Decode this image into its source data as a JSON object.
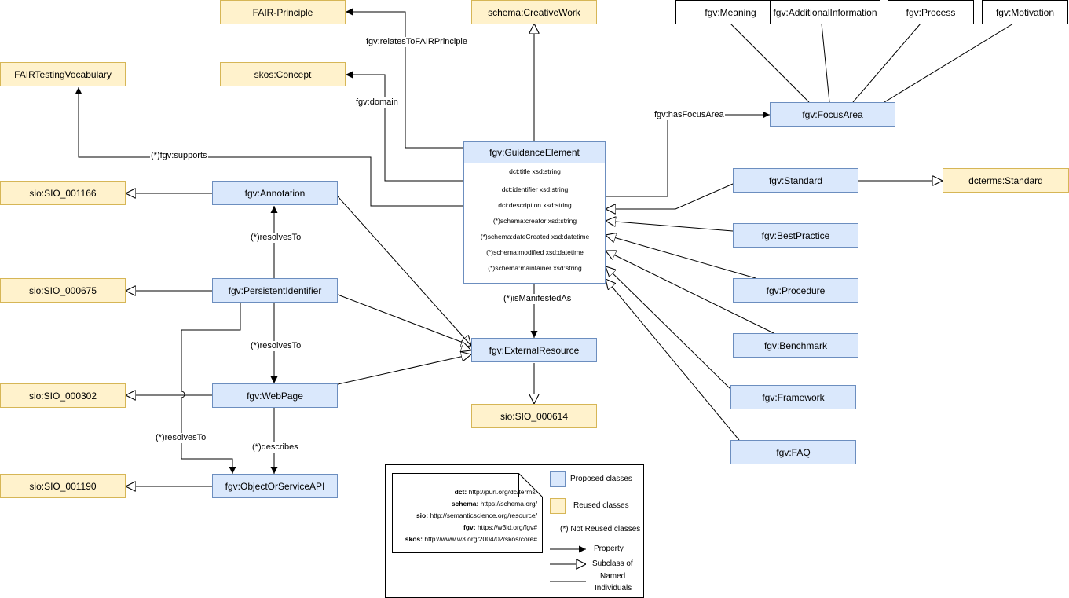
{
  "nodes": {
    "fair_principle": "FAIR-Principle",
    "creative_work": "schema:CreativeWork",
    "fair_testing_vocabulary": "FAIRTestingVocabulary",
    "skos_concept": "skos:Concept",
    "meaning": "fgv:Meaning",
    "additional_information": "fgv:AdditionalInformation",
    "process": "fgv:Process",
    "motivation": "fgv:Motivation",
    "focus_area": "fgv:FocusArea",
    "guidance_element": "fgv:GuidanceElement",
    "standard": "fgv:Standard",
    "dcterms_standard": "dcterms:Standard",
    "best_practice": "fgv:BestPractice",
    "procedure": "fgv:Procedure",
    "benchmark": "fgv:Benchmark",
    "framework": "fgv:Framework",
    "faq": "fgv:FAQ",
    "annotation": "fgv:Annotation",
    "persistent_identifier": "fgv:PersistentIdentifier",
    "web_page": "fgv:WebPage",
    "object_or_service_api": "fgv:ObjectOrServiceAPI",
    "external_resource": "fgv:ExternalResource",
    "sio_001166": "sio:SIO_001166",
    "sio_000675": "sio:SIO_000675",
    "sio_000302": "sio:SIO_000302",
    "sio_001190": "sio:SIO_001190",
    "sio_000614": "sio:SIO_000614"
  },
  "attributes": [
    "dct:title xsd:string",
    "dct:identifier xsd:string",
    "dct:description xsd:string",
    "(*)schema:creator xsd:string",
    "(*)schema:dateCreated  xsd:datetime",
    "(*)schema:modified  xsd:datetime",
    "(*)schema:maintainer xsd:string"
  ],
  "edge_labels": {
    "relates_to_fair_principle": "fgv:relatesToFAIRPrinciple",
    "domain": "fgv:domain",
    "has_focus_area": "fgv:hasFocusArea",
    "supports": "(*)fgv:supports",
    "resolves_to_top": "(*)resolvesTo",
    "resolves_to_mid": "(*)resolvesTo",
    "resolves_to_bottom": "(*)resolvesTo",
    "is_manifested_as": "(*)isManifestedAs",
    "describes": "(*)describes"
  },
  "legend": {
    "namespaces": [
      {
        "prefix": "dct:",
        "uri": "http://purl.org/dc/terms/"
      },
      {
        "prefix": "schema:",
        "uri": "https://schema.org/"
      },
      {
        "prefix": "sio:",
        "uri": "http://semanticscience.org/resource/"
      },
      {
        "prefix": "fgv:",
        "uri": "https://w3id.org/fgv#"
      },
      {
        "prefix": "skos:",
        "uri": "http://www.w3.org/2004/02/skos/core#"
      }
    ],
    "proposed": "Proposed classes",
    "reused": "Reused classes",
    "not_reused": "(*) Not Reused classes",
    "property": "Property",
    "subclass": "Subclass of",
    "named_individuals_1": "Named",
    "named_individuals_2": "Individuals"
  },
  "colors": {
    "proposed_fill": "#dae8fc",
    "proposed_stroke": "#6c8ebf",
    "reused_fill": "#fff2cc",
    "reused_stroke": "#d6b656"
  }
}
